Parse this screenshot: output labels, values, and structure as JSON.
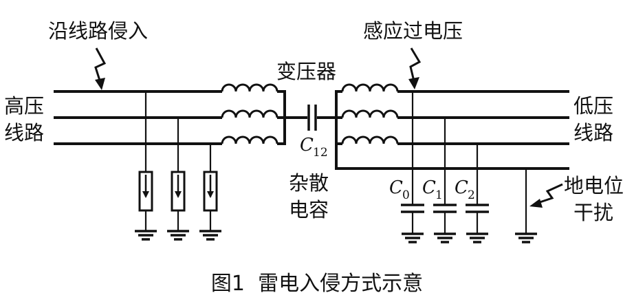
{
  "diagram": {
    "label_line_intrusion": "沿线路侵入",
    "label_transformer": "变压器",
    "label_induced_overvoltage": "感应过电压",
    "label_high_voltage_1": "高压",
    "label_high_voltage_2": "线路",
    "label_low_voltage_1": "低压",
    "label_low_voltage_2": "线路",
    "label_stray_1": "杂散",
    "label_stray_2": "电容",
    "label_ground_1": "地电位",
    "label_ground_2": "干扰",
    "c12": {
      "main": "C",
      "sub": "12"
    },
    "c0": {
      "main": "C",
      "sub": "0"
    },
    "c1": {
      "main": "C",
      "sub": "1"
    },
    "c2": {
      "main": "C",
      "sub": "2"
    },
    "caption": "图1  雷电入侵方式示意"
  }
}
